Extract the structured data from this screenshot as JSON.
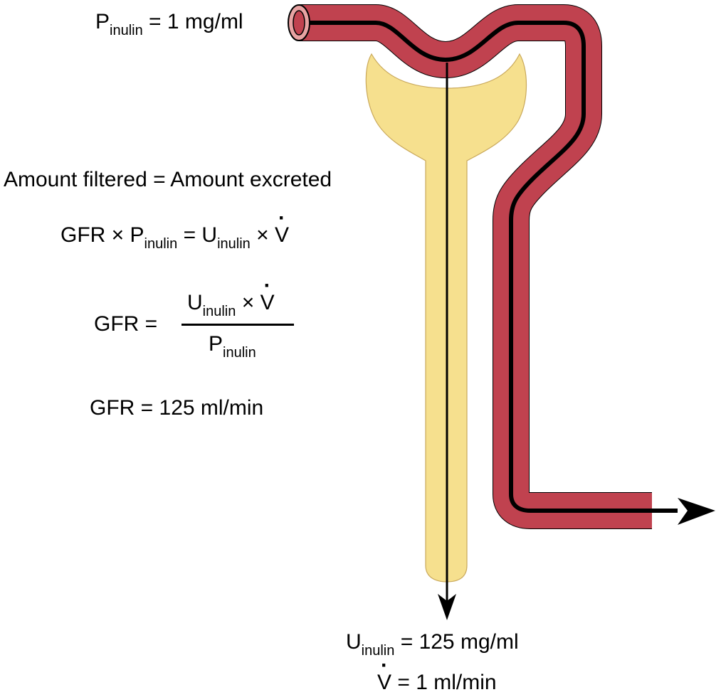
{
  "colors": {
    "vessel": "#c0424f",
    "vessel_lumen": "#e8a3a3",
    "tubule": "#f6e08e",
    "tubule_outline": "#c9a85a",
    "arrow": "#000000"
  },
  "labels": {
    "p_inulin_symbol": "P",
    "p_inulin_sub": "inulin",
    "p_inulin_value": " = 1 mg/ml",
    "u_inulin_symbol": "U",
    "u_inulin_sub": "inulin",
    "u_inulin_value": " = 125 mg/ml",
    "v_symbol": "V",
    "v_value": " = 1 ml/min"
  },
  "equations": {
    "line1": "Amount filtered = Amount excreted",
    "line2": {
      "gfr": "GFR × ",
      "p": "P",
      "p_sub": "inulin",
      "eq_u": " = U",
      "u_sub": "inulin",
      "times_v": " × ",
      "v": "V"
    },
    "line3": {
      "lhs": "GFR = ",
      "num_u": "U",
      "num_u_sub": "inulin",
      "num_times": " × ",
      "num_v": "V",
      "den_p": "P",
      "den_p_sub": "inulin"
    },
    "line4": "GFR = 125 ml/min"
  },
  "icons": [
    "blood-vessel-icon",
    "nephron-tubule-icon",
    "flow-arrow-icon"
  ]
}
